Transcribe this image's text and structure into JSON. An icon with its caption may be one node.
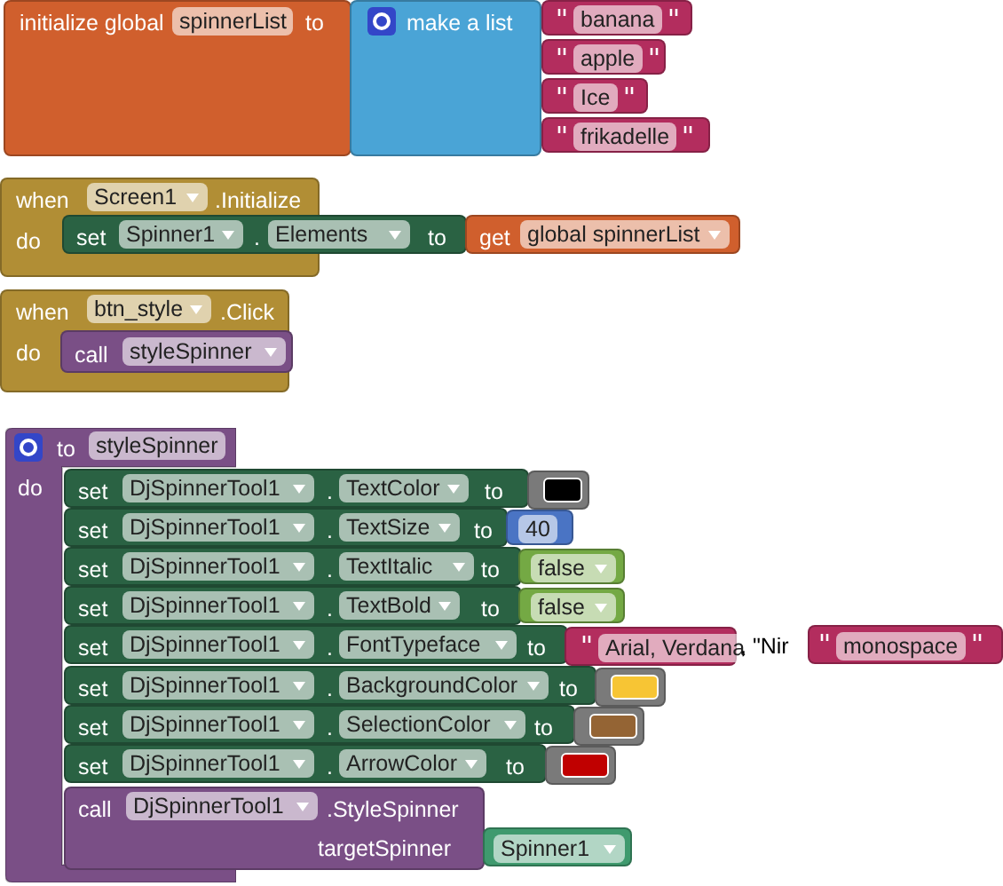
{
  "diagram": {
    "nodes": [
      {
        "text": [
          "initialize global",
          "spinnerList",
          "to"
        ]
      },
      {
        "text": [
          "make a list"
        ]
      },
      {
        "text": [
          "banana"
        ]
      },
      {
        "text": [
          "apple"
        ]
      },
      {
        "text": [
          "Ice"
        ]
      },
      {
        "text": [
          "frikadelle"
        ]
      },
      {
        "text": [
          "when",
          "Screen1",
          ".Initialize",
          "do"
        ]
      },
      {
        "text": [
          "set",
          "Spinner1",
          ".",
          "Elements",
          "to"
        ]
      },
      {
        "text": [
          "get",
          "global spinnerList"
        ]
      },
      {
        "text": [
          "when",
          "btn_style",
          ".Click",
          "do"
        ]
      },
      {
        "text": [
          "call",
          "styleSpinner"
        ],
        "in": 9
      },
      {
        "text": [
          "to",
          "styleSpinner",
          "do"
        ]
      },
      {
        "text": [
          "set",
          "DjSpinnerTool1",
          ".",
          "TextColor",
          "to"
        ]
      },
      {
        "text": [],
        "shape": "box"
      },
      {
        "text": [
          "set",
          "DjSpinnerTool1",
          ".",
          "TextSize",
          "to"
        ]
      },
      {
        "text": [
          "40"
        ]
      },
      {
        "text": [
          "set",
          "DjSpinnerTool1",
          ".",
          "TextItalic",
          "to"
        ]
      },
      {
        "text": [
          "false"
        ]
      },
      {
        "text": [
          "set",
          "DjSpinnerTool1",
          ".",
          "TextBold",
          "to"
        ]
      },
      {
        "text": [
          "false"
        ]
      },
      {
        "text": [
          "set",
          "DjSpinnerTool1",
          ".",
          "FontTypeface",
          "to"
        ]
      },
      {
        "text": [
          "Arial, Verdana"
        ],
        "beside": [
          ", \"Nir"
        ]
      },
      {
        "text": [
          "monospace"
        ]
      },
      {
        "text": [
          "set",
          "DjSpinnerTool1",
          ".",
          "BackgroundColor",
          "to"
        ]
      },
      {
        "text": [],
        "shape": "box"
      },
      {
        "text": [
          "set",
          "DjSpinnerTool1",
          ".",
          "SelectionColor",
          "to"
        ]
      },
      {
        "text": [],
        "shape": "box"
      },
      {
        "text": [
          "set",
          "DjSpinnerTool1",
          ".",
          "ArrowColor",
          "to"
        ]
      },
      {
        "text": [],
        "shape": "box"
      },
      {
        "text": [
          "call",
          "DjSpinnerTool1",
          ".StyleSpinner",
          "targetSpinner"
        ]
      },
      {
        "text": [
          "Spinner1"
        ]
      }
    ]
  }
}
